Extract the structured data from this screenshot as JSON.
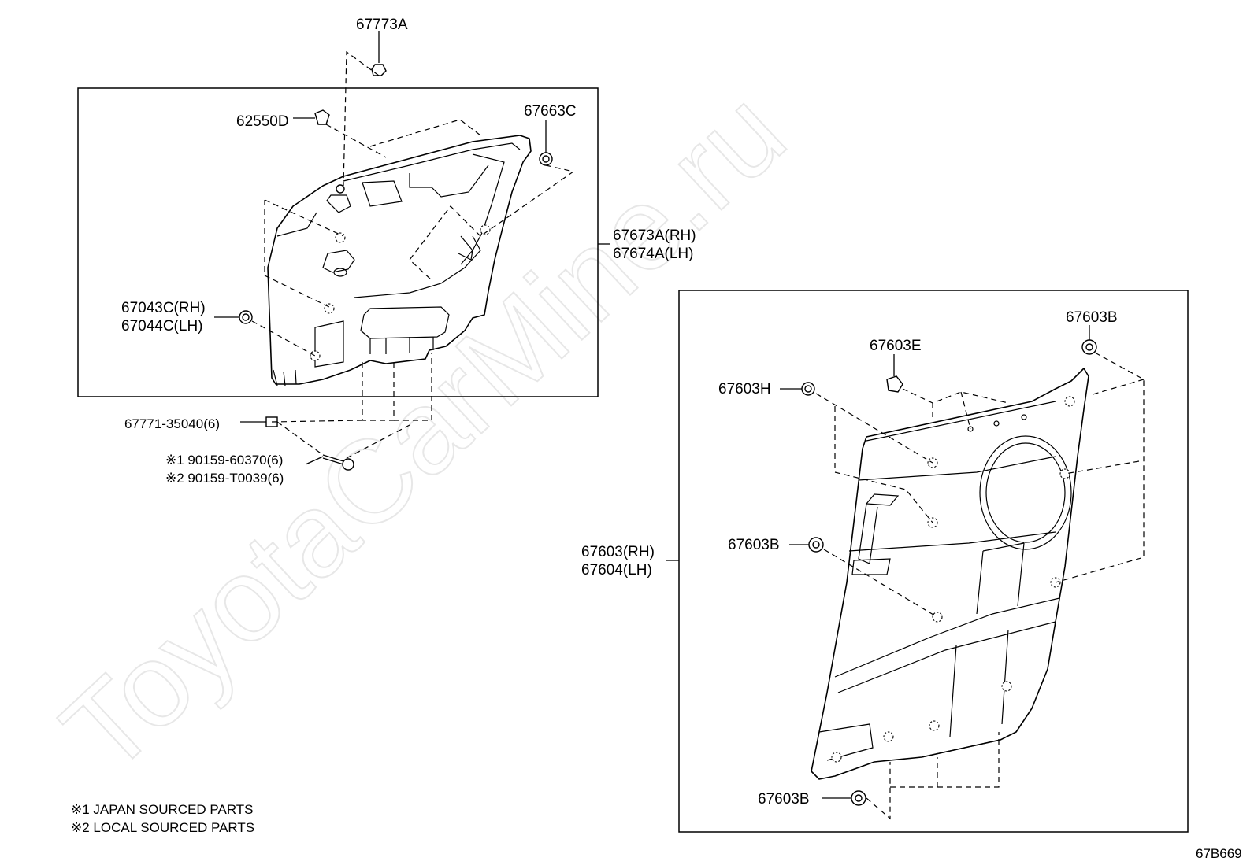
{
  "watermark": "ToyotaCarMine.ru",
  "diagram_code": "67B669",
  "labels": {
    "p67773A": "67773A",
    "p62550D": "62550D",
    "p67663C": "67663C",
    "p67673A": "67673A(RH)",
    "p67674A": "67674A(LH)",
    "p67043C": "67043C(RH)",
    "p67044C": "67044C(LH)",
    "p67771": "67771-35040(6)",
    "p90159_1": "※1 90159-60370(6)",
    "p90159_2": "※2 90159-T0039(6)",
    "p67603B_top": "67603B",
    "p67603E": "67603E",
    "p67603H": "67603H",
    "p67603": "67603(RH)",
    "p67604": "67604(LH)",
    "p67603B_mid": "67603B",
    "p67603B_bot": "67603B"
  },
  "notes": {
    "note1": "※1 JAPAN SOURCED PARTS",
    "note2": "※2 LOCAL SOURCED PARTS"
  }
}
